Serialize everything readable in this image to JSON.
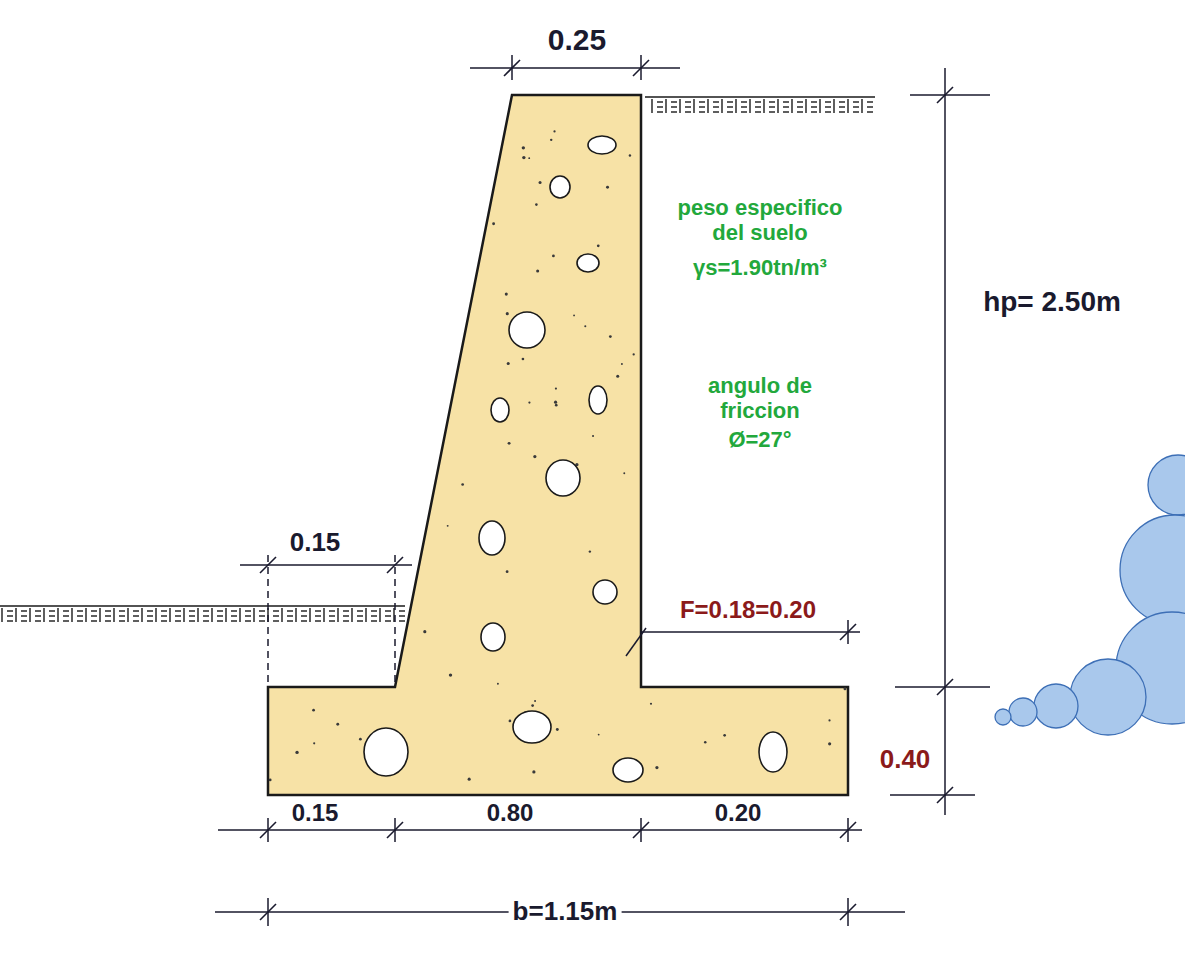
{
  "diagram": {
    "labels": [
      "0.25",
      "peso especifico del suelo",
      "γs=1.90tn/m³",
      "angulo de friccion",
      "Ø=27°",
      "hp= 2.50m",
      "0.15",
      "F=0.18=0.20",
      "0.40",
      "0.15",
      "0.80",
      "0.20",
      "b=1.15m"
    ]
  }
}
